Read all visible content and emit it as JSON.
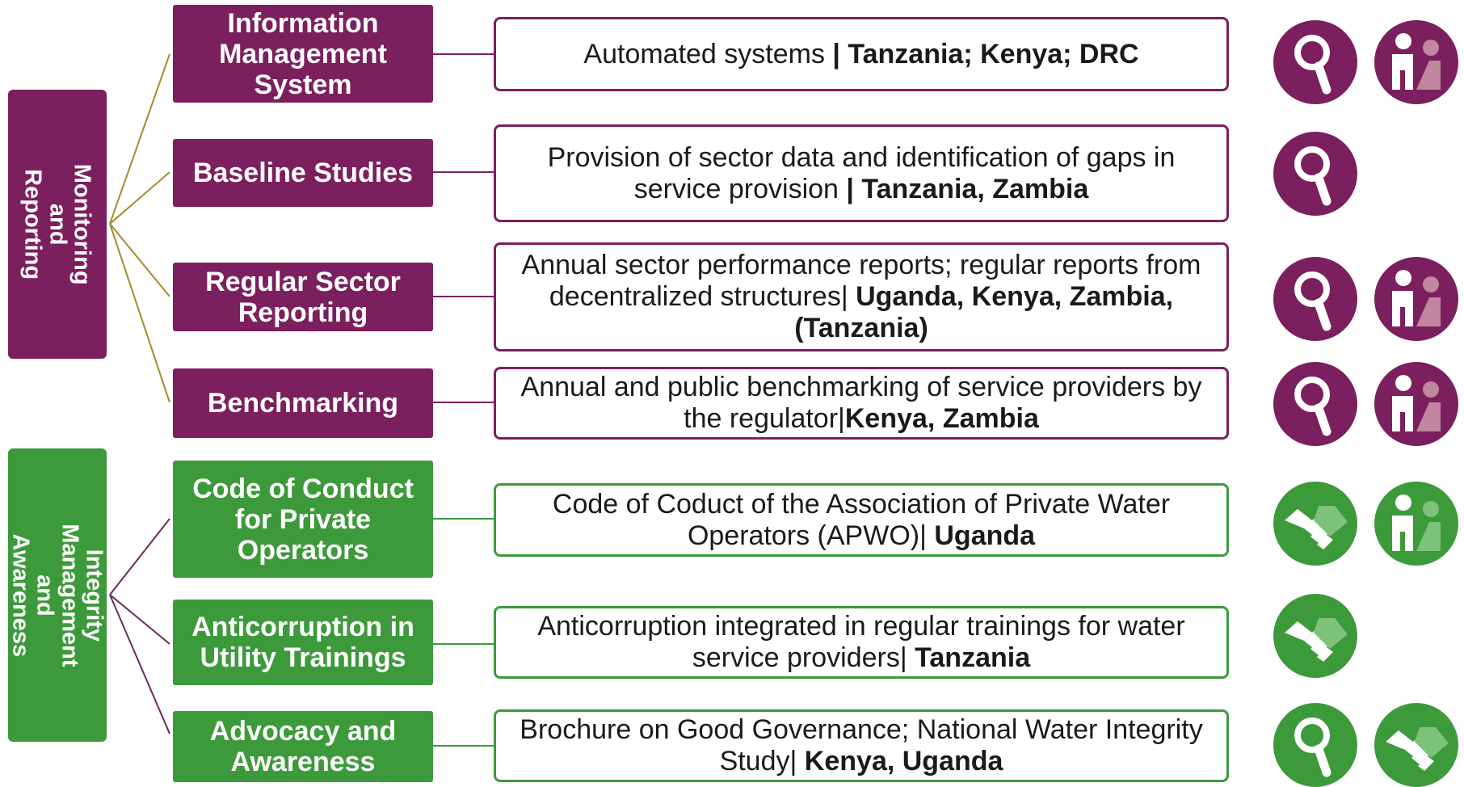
{
  "colors": {
    "purple": "#7b1f5e",
    "green": "#3c9a3b",
    "light_green": "#7dc27b",
    "branch_line": "#a88a2a"
  },
  "categories": [
    {
      "label": "Monitoring and\nReporting",
      "color": "purple"
    },
    {
      "label": "Integrity\nManagement and\nAwareness",
      "color": "green"
    }
  ],
  "rows": [
    {
      "topic": "Information\nManagement\nSystem",
      "color": "purple",
      "desc_plain": "Automated systems ",
      "desc_bold": "| Tanzania; Kenya; DRC",
      "icons": [
        "magnifier-icon",
        "people-icon"
      ]
    },
    {
      "topic": "Baseline Studies",
      "color": "purple",
      "desc_plain": "Provision of sector data and identification of gaps in service provision ",
      "desc_bold": "| Tanzania, Zambia",
      "icons": [
        "magnifier-icon"
      ]
    },
    {
      "topic": "Regular Sector\nReporting",
      "color": "purple",
      "desc_plain": "Annual sector performance reports; regular reports from decentralized structures| ",
      "desc_bold": "Uganda, Kenya, Zambia, (Tanzania)",
      "icons": [
        "magnifier-icon",
        "people-icon"
      ]
    },
    {
      "topic": "Benchmarking",
      "color": "purple",
      "desc_plain": "Annual and public benchmarking of service providers by the regulator|",
      "desc_bold": "Kenya, Zambia",
      "icons": [
        "magnifier-icon",
        "people-icon"
      ]
    },
    {
      "topic": "Code of Conduct\nfor Private\nOperators",
      "color": "green",
      "desc_plain": "Code of Coduct of the Association of Private Water Operators (APWO)| ",
      "desc_bold": "Uganda",
      "icons": [
        "handshake-icon",
        "people-icon"
      ]
    },
    {
      "topic": "Anticorruption in\nUtility Trainings",
      "color": "green",
      "desc_plain": "Anticorruption integrated in regular trainings for water service providers| ",
      "desc_bold": "Tanzania",
      "icons": [
        "handshake-icon"
      ]
    },
    {
      "topic": "Advocacy and\nAwareness",
      "color": "green",
      "desc_plain": "Brochure on Good Governance; National Water Integrity Study| ",
      "desc_bold": "Kenya, Uganda",
      "icons": [
        "magnifier-icon",
        "handshake-icon"
      ]
    }
  ]
}
